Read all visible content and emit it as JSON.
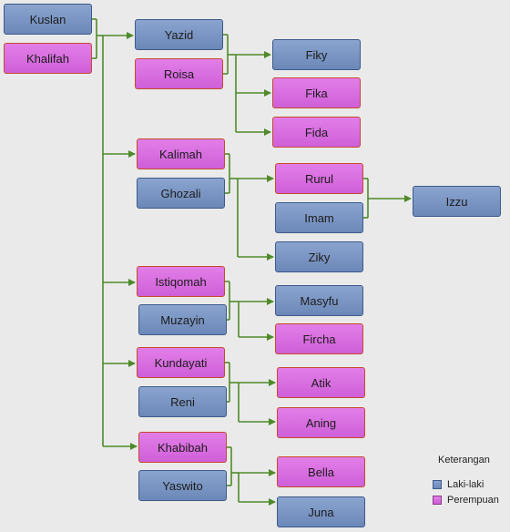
{
  "people": {
    "kuslan": "Kuslan",
    "khalifah": "Khalifah",
    "yazid": "Yazid",
    "roisa": "Roisa",
    "fiky": "Fiky",
    "fika": "Fika",
    "fida": "Fida",
    "kalimah": "Kalimah",
    "ghozali": "Ghozali",
    "rurul": "Rurul",
    "imam": "Imam",
    "izzu": "Izzu",
    "ziky": "Ziky",
    "istiqomah": "Istiqomah",
    "muzayin": "Muzayin",
    "masyfu": "Masyfu",
    "fircha": "Fircha",
    "kundayati": "Kundayati",
    "reni": "Reni",
    "atik": "Atik",
    "aning": "Aning",
    "khabibah": "Khabibah",
    "yaswito": "Yaswito",
    "bella": "Bella",
    "juna": "Juna"
  },
  "legend": {
    "title": "Keterangan",
    "male": "Laki-laki",
    "female": "Perempuan"
  },
  "colors": {
    "male_fill": "#7b96c4",
    "female_fill": "#d96fe0",
    "connector": "#4f8a2a"
  }
}
